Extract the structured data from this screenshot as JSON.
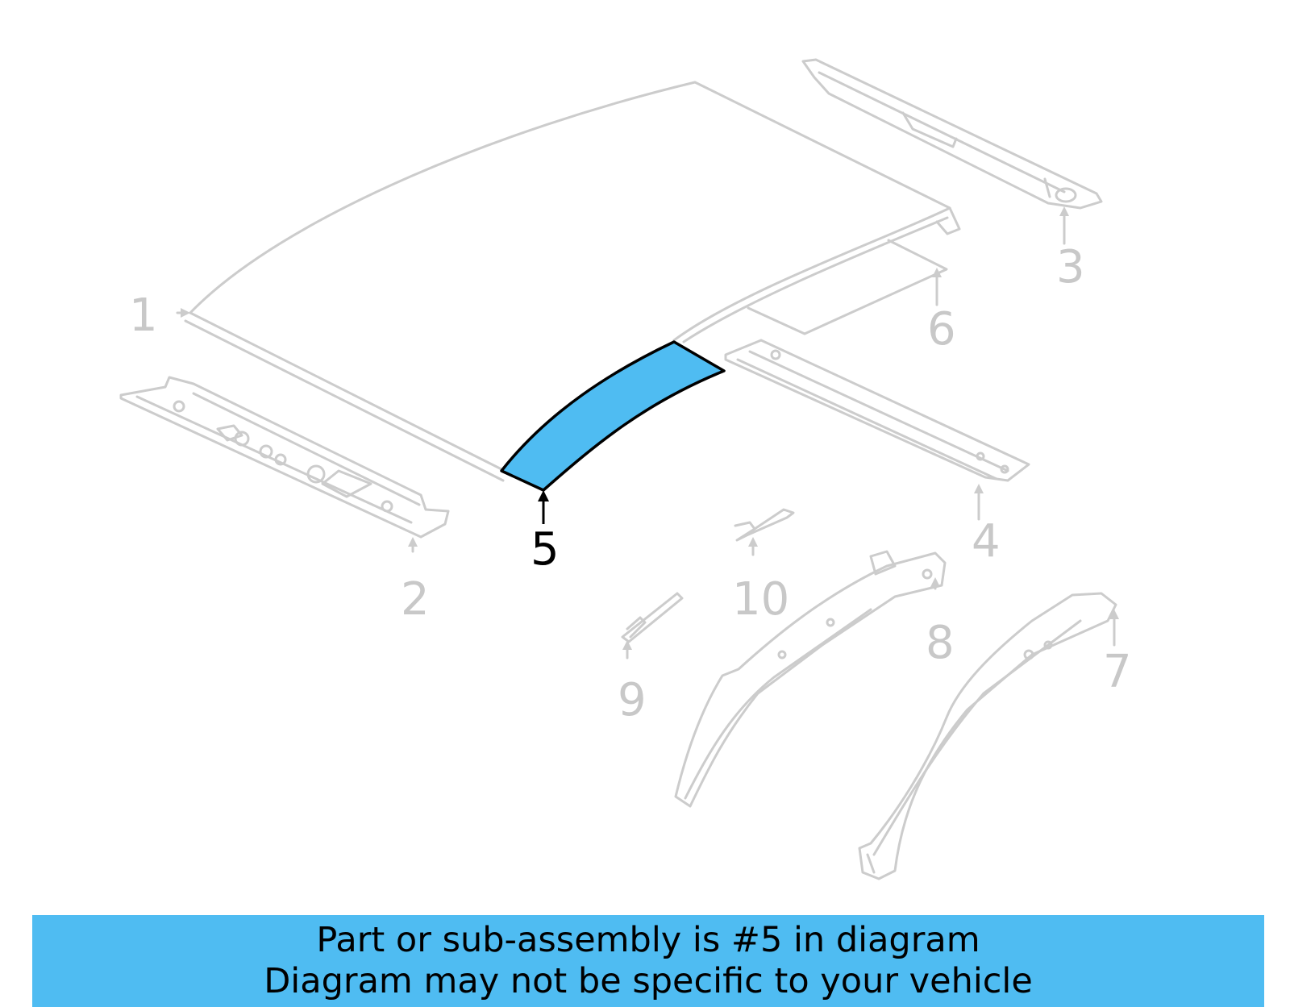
{
  "colors": {
    "faded_line": "#cccccc",
    "faded_text": "#c8c8c8",
    "highlight_fill": "#4fbcf2",
    "highlight_stroke": "#000000",
    "banner_bg": "#4fbcf2"
  },
  "callouts": [
    {
      "id": "1",
      "label": "1",
      "highlighted": false
    },
    {
      "id": "2",
      "label": "2",
      "highlighted": false
    },
    {
      "id": "3",
      "label": "3",
      "highlighted": false
    },
    {
      "id": "4",
      "label": "4",
      "highlighted": false
    },
    {
      "id": "5",
      "label": "5",
      "highlighted": true
    },
    {
      "id": "6",
      "label": "6",
      "highlighted": false
    },
    {
      "id": "7",
      "label": "7",
      "highlighted": false
    },
    {
      "id": "8",
      "label": "8",
      "highlighted": false
    },
    {
      "id": "9",
      "label": "9",
      "highlighted": false
    },
    {
      "id": "10",
      "label": "10",
      "highlighted": false
    }
  ],
  "banner": {
    "line1": "Part or sub-assembly is #5 in diagram",
    "line2": "Diagram may not be specific to your vehicle"
  }
}
